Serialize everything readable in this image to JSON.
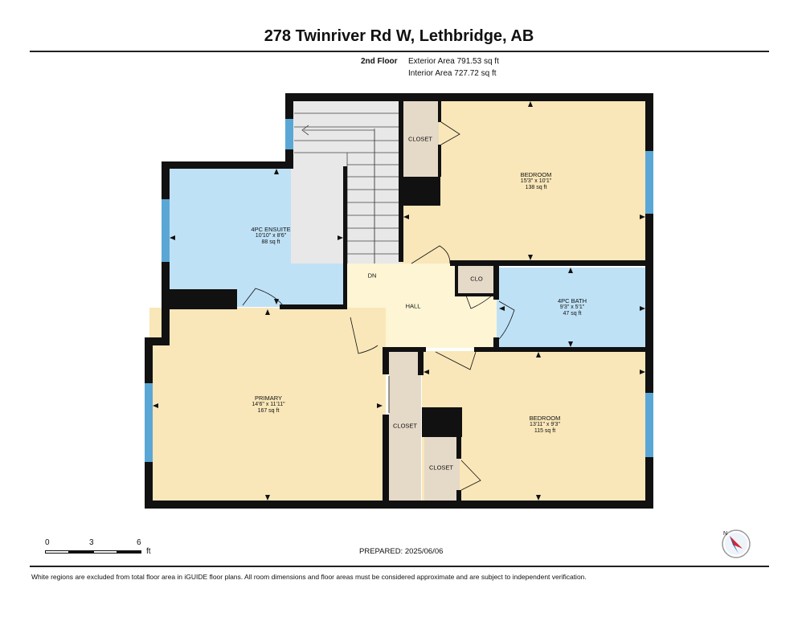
{
  "header": {
    "title": "278 Twinriver Rd W, Lethbridge, AB",
    "floor": "2nd Floor",
    "exterior_area": "Exterior Area 791.53 sq ft",
    "interior_area": "Interior Area 727.72 sq ft"
  },
  "rooms": {
    "bedroom1": {
      "name": "BEDROOM",
      "dims": "15'3\" x 10'1\"",
      "area": "138 sq ft"
    },
    "ensuite": {
      "name": "4PC ENSUITE",
      "dims": "10'10\" x 8'6\"",
      "area": "88 sq ft"
    },
    "bath": {
      "name": "4PC BATH",
      "dims": "9'3\" x 5'1\"",
      "area": "47 sq ft"
    },
    "primary": {
      "name": "PRIMARY",
      "dims": "14'6\" x 11'11\"",
      "area": "167 sq ft"
    },
    "bedroom2": {
      "name": "BEDROOM",
      "dims": "13'11\" x 9'3\"",
      "area": "115 sq ft"
    }
  },
  "labels": {
    "closet_top": "CLOSET",
    "closet_mid": "CLOSET",
    "closet_low": "CLOSET",
    "clo": "CLO",
    "hall": "HALL",
    "dn": "DN"
  },
  "scale": {
    "t0": "0",
    "t3": "3",
    "t6": "6",
    "unit": "ft"
  },
  "prepared": "PREPARED: 2025/06/06",
  "footer": "White regions are excluded from total floor area in iGUIDE floor plans. All room dimensions and floor areas must be considered approximate and are subject to independent verification.",
  "colors": {
    "bedroom": "#f9e7b9",
    "bath": "#bfe1f6",
    "hall": "#fdf5d4",
    "closet": "#e5d9c8",
    "stairs": "#e8e8e8",
    "wall": "#111111",
    "window": "#5aa7d6"
  }
}
